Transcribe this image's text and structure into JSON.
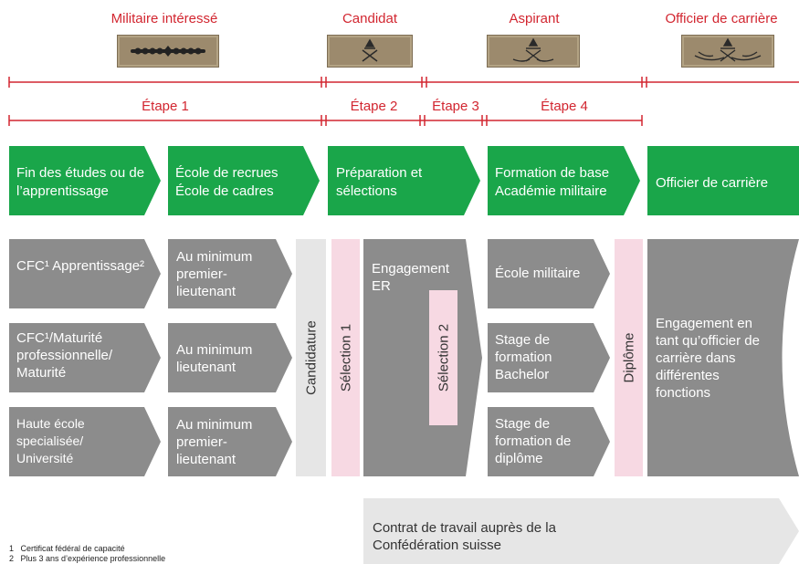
{
  "ranks": [
    {
      "title": "Militaire intéressé"
    },
    {
      "title": "Candidat"
    },
    {
      "title": "Aspirant"
    },
    {
      "title": "Officier de carrière"
    }
  ],
  "stages": [
    {
      "label": "Étape 1"
    },
    {
      "label": "Étape 2"
    },
    {
      "label": "Étape 3"
    },
    {
      "label": "Étape 4"
    }
  ],
  "headers": [
    {
      "text": "Fin des études ou de l’apprentissage"
    },
    {
      "text": "École de recrues École de cadres"
    },
    {
      "text": "Préparation et sélections"
    },
    {
      "text": "Formation de base Académie militaire"
    },
    {
      "text": "Officier de carrière"
    }
  ],
  "col1": [
    {
      "text": "CFC¹ Apprentissage²"
    },
    {
      "text": "CFC¹/Maturité professionnelle/ Maturité"
    },
    {
      "text": "Haute école specialisée/ Université"
    }
  ],
  "col2": [
    {
      "text": "Au minimum premier-lieutenant"
    },
    {
      "text": "Au minimum lieutenant"
    },
    {
      "text": "Au minimum premier-lieutenant"
    }
  ],
  "vertical": {
    "candidature": "Candidature",
    "selection1": "Sélection 1",
    "selection2": "Sélection 2",
    "diplome": "Diplôme"
  },
  "engagement_er": "Engagement ER",
  "col4": [
    {
      "text": "École militaire"
    },
    {
      "text": "Stage de formation Bachelor"
    },
    {
      "text": "Stage de formation de diplôme"
    }
  ],
  "final": "Engagement en tant qu’officier de carrière dans différentes fonctions",
  "contract": "Contrat de travail auprès de la Confédération suisse",
  "footnotes": [
    {
      "num": "1",
      "text": "Certificat fédéral de capacité"
    },
    {
      "num": "2",
      "text": "Plus 3 ans d’expérience professionnelle"
    }
  ],
  "colors": {
    "red": "#d22630",
    "green": "#1aa64a",
    "grey": "#8c8c8c",
    "pink": "#f7d9e3",
    "lightgrey": "#e6e6e6"
  }
}
